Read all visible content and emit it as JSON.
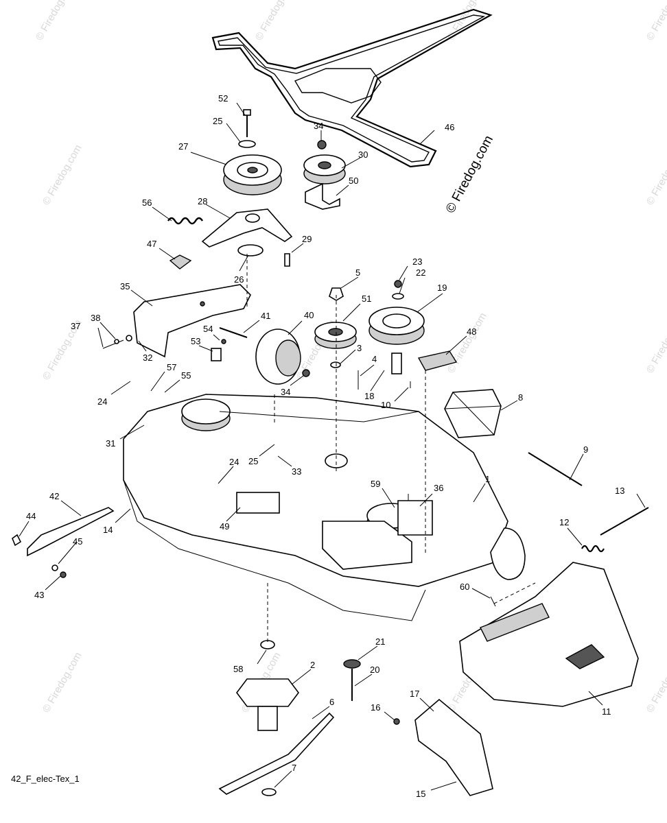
{
  "diagram_code": "42_F_elec-Tex_1",
  "copyright": "© Firedog.com",
  "watermark": "© Firedog.com",
  "callouts": [
    "1",
    "2",
    "3",
    "4",
    "5",
    "6",
    "7",
    "8",
    "9",
    "10",
    "11",
    "12",
    "13",
    "14",
    "15",
    "16",
    "17",
    "18",
    "19",
    "20",
    "21",
    "22",
    "23",
    "24",
    "24",
    "25",
    "25",
    "26",
    "27",
    "28",
    "29",
    "30",
    "31",
    "32",
    "33",
    "34",
    "34",
    "35",
    "36",
    "37",
    "38",
    "40",
    "41",
    "42",
    "43",
    "44",
    "45",
    "46",
    "47",
    "48",
    "49",
    "50",
    "51",
    "52",
    "53",
    "54",
    "55",
    "56",
    "57",
    "58",
    "59",
    "60"
  ]
}
